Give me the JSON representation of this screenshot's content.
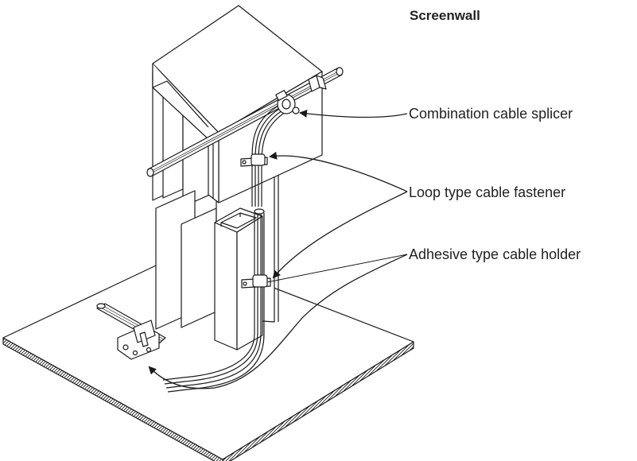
{
  "title": "Screenwall",
  "labels": {
    "splicer": "Combination cable splicer",
    "fastener": "Loop type cable fastener",
    "holder": "Adhesive type cable holder"
  },
  "colors": {
    "line": "#1a1a1a",
    "fill": "#ffffff",
    "text": "#222222"
  }
}
